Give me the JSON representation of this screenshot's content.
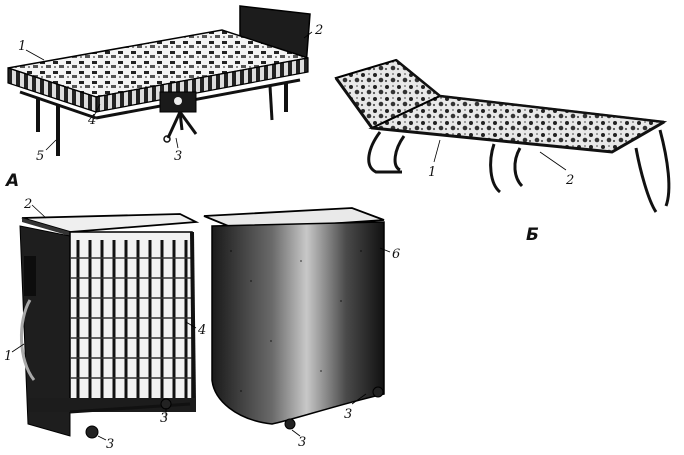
{
  "figure": {
    "panel_a_label": "А",
    "panel_b_label": "Б",
    "bed": {
      "callouts": [
        "1",
        "2",
        "3",
        "4",
        "5"
      ]
    },
    "lounger": {
      "callouts": [
        "1",
        "2"
      ]
    },
    "folded_frame": {
      "callouts": [
        "2",
        "1",
        "4",
        "3",
        "3"
      ]
    },
    "folded_cover": {
      "callouts": [
        "6",
        "3",
        "3"
      ]
    }
  }
}
